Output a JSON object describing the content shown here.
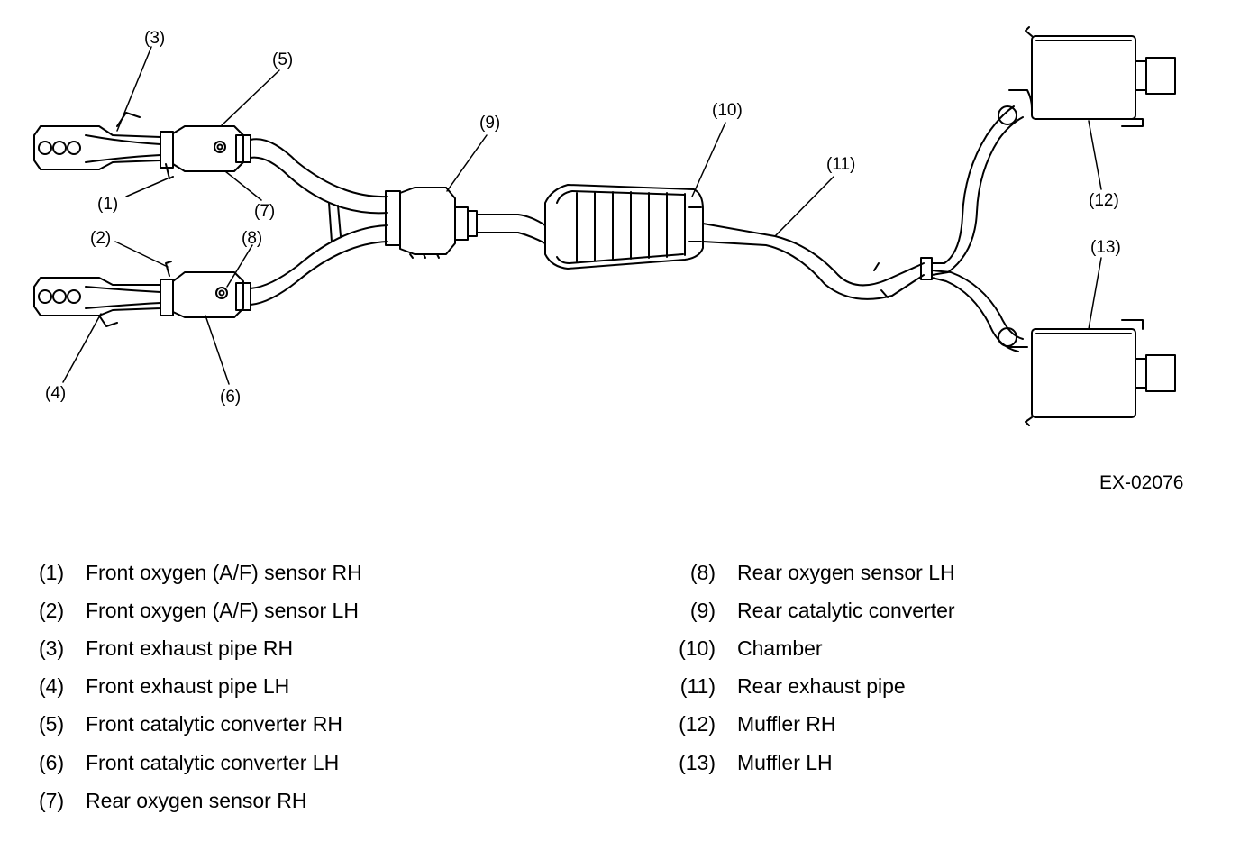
{
  "figure_id": "EX-02076",
  "callouts": [
    "(1)",
    "(2)",
    "(3)",
    "(4)",
    "(5)",
    "(6)",
    "(7)",
    "(8)",
    "(9)",
    "(10)",
    "(11)",
    "(12)",
    "(13)"
  ],
  "legend_left": [
    {
      "num": "(1)",
      "label": "Front oxygen (A/F) sensor RH"
    },
    {
      "num": "(2)",
      "label": "Front oxygen (A/F) sensor LH"
    },
    {
      "num": "(3)",
      "label": "Front exhaust pipe RH"
    },
    {
      "num": "(4)",
      "label": "Front exhaust pipe LH"
    },
    {
      "num": "(5)",
      "label": "Front catalytic converter RH"
    },
    {
      "num": "(6)",
      "label": "Front catalytic converter LH"
    },
    {
      "num": "(7)",
      "label": "Rear oxygen sensor RH"
    }
  ],
  "legend_right": [
    {
      "num": "(8)",
      "label": "Rear oxygen sensor LH"
    },
    {
      "num": "(9)",
      "label": "Rear catalytic converter"
    },
    {
      "num": "(10)",
      "label": "Chamber"
    },
    {
      "num": "(11)",
      "label": "Rear exhaust pipe"
    },
    {
      "num": "(12)",
      "label": "Muffler RH"
    },
    {
      "num": "(13)",
      "label": "Muffler LH"
    }
  ]
}
